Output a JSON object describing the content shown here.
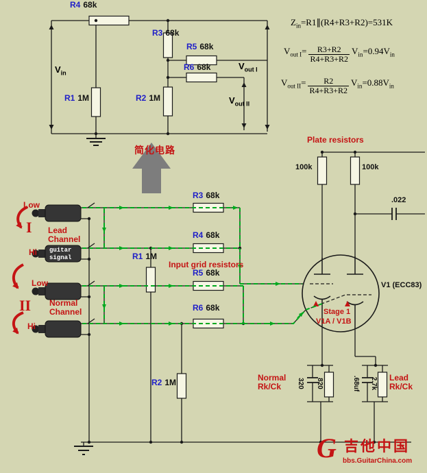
{
  "colors": {
    "background": "#d4d6b2",
    "red": "#c41414",
    "blue": "#2020c8",
    "green": "#00a81e",
    "arrow_gray": "#7d7d7d"
  },
  "top_circuit": {
    "resistors": {
      "r4": {
        "name": "R4",
        "value": "68k"
      },
      "r3": {
        "name": "R3",
        "value": "68k"
      },
      "r5": {
        "name": "R5",
        "value": "68k"
      },
      "r6": {
        "name": "R6",
        "value": "68k"
      },
      "r1": {
        "name": "R1",
        "value": "1M"
      },
      "r2": {
        "name": "R2",
        "value": "1M"
      }
    },
    "vin": {
      "base": "V",
      "sub": "in"
    },
    "vout1": {
      "base": "V",
      "sub": "out I"
    },
    "vout2": {
      "base": "V",
      "sub": "out II"
    }
  },
  "equations": {
    "zin": {
      "base": "Z",
      "sub": "in",
      "rest": "=R1∥(R4+R3+R2)=531K"
    },
    "vout1": {
      "base": "V",
      "sub": "out I",
      "equals": "=",
      "num": "R3+R2",
      "den": "R4+R3+R2",
      "vbase": "V",
      "vsub": "in",
      "tail": "=0.94V",
      "tail_sub": "in"
    },
    "vout2": {
      "base": "V",
      "sub": "out II",
      "equals": "=",
      "num": "R2",
      "den": "R4+R3+R2",
      "vbase": "V",
      "vsub": "in",
      "tail": "=0.88V",
      "tail_sub": "in"
    }
  },
  "simplify_arrow_label": "简化电路",
  "main_circuit": {
    "plate_resistors_label": "Plate resistors",
    "plate_r_left": "100k",
    "plate_r_right": "100k",
    "coupling_cap": ".022",
    "tube_label": "V1 (ECC83)",
    "stage_label_line1": "Stage 1",
    "stage_label_line2": "V1A / V1B",
    "input_grid_label": "Input grid resistors",
    "resistors": {
      "r3": {
        "name": "R3",
        "value": "68k"
      },
      "r4": {
        "name": "R4",
        "value": "68k"
      },
      "r1": {
        "name": "R1",
        "value": "1M"
      },
      "r5": {
        "name": "R5",
        "value": "68k"
      },
      "r6": {
        "name": "R6",
        "value": "68k"
      },
      "r2": {
        "name": "R2",
        "value": "1M"
      }
    },
    "inputs": {
      "lead_low": "Low",
      "lead_numeral": "I",
      "lead_hi": "Hi",
      "lead_channel_line1": "Lead",
      "lead_channel_line2": "Channel",
      "guitar_line1": "guitar",
      "guitar_line2": "signal",
      "normal_low": "Low",
      "normal_numeral": "II",
      "normal_hi": "Hi",
      "normal_channel_line1": "Normal",
      "normal_channel_line2": "Channel"
    },
    "cathode": {
      "normal_label_line1": "Normal",
      "normal_label_line2": "Rk/Ck",
      "normal_cap": "320",
      "normal_res": "820",
      "lead_cap": ".68uf",
      "lead_res": "2.7k",
      "lead_label_line1": "Lead",
      "lead_label_line2": "Rk/Ck"
    }
  },
  "watermark": {
    "logo_glyph": "G",
    "title": "吉他中国",
    "url": "bbs.GuitarChina.com"
  }
}
